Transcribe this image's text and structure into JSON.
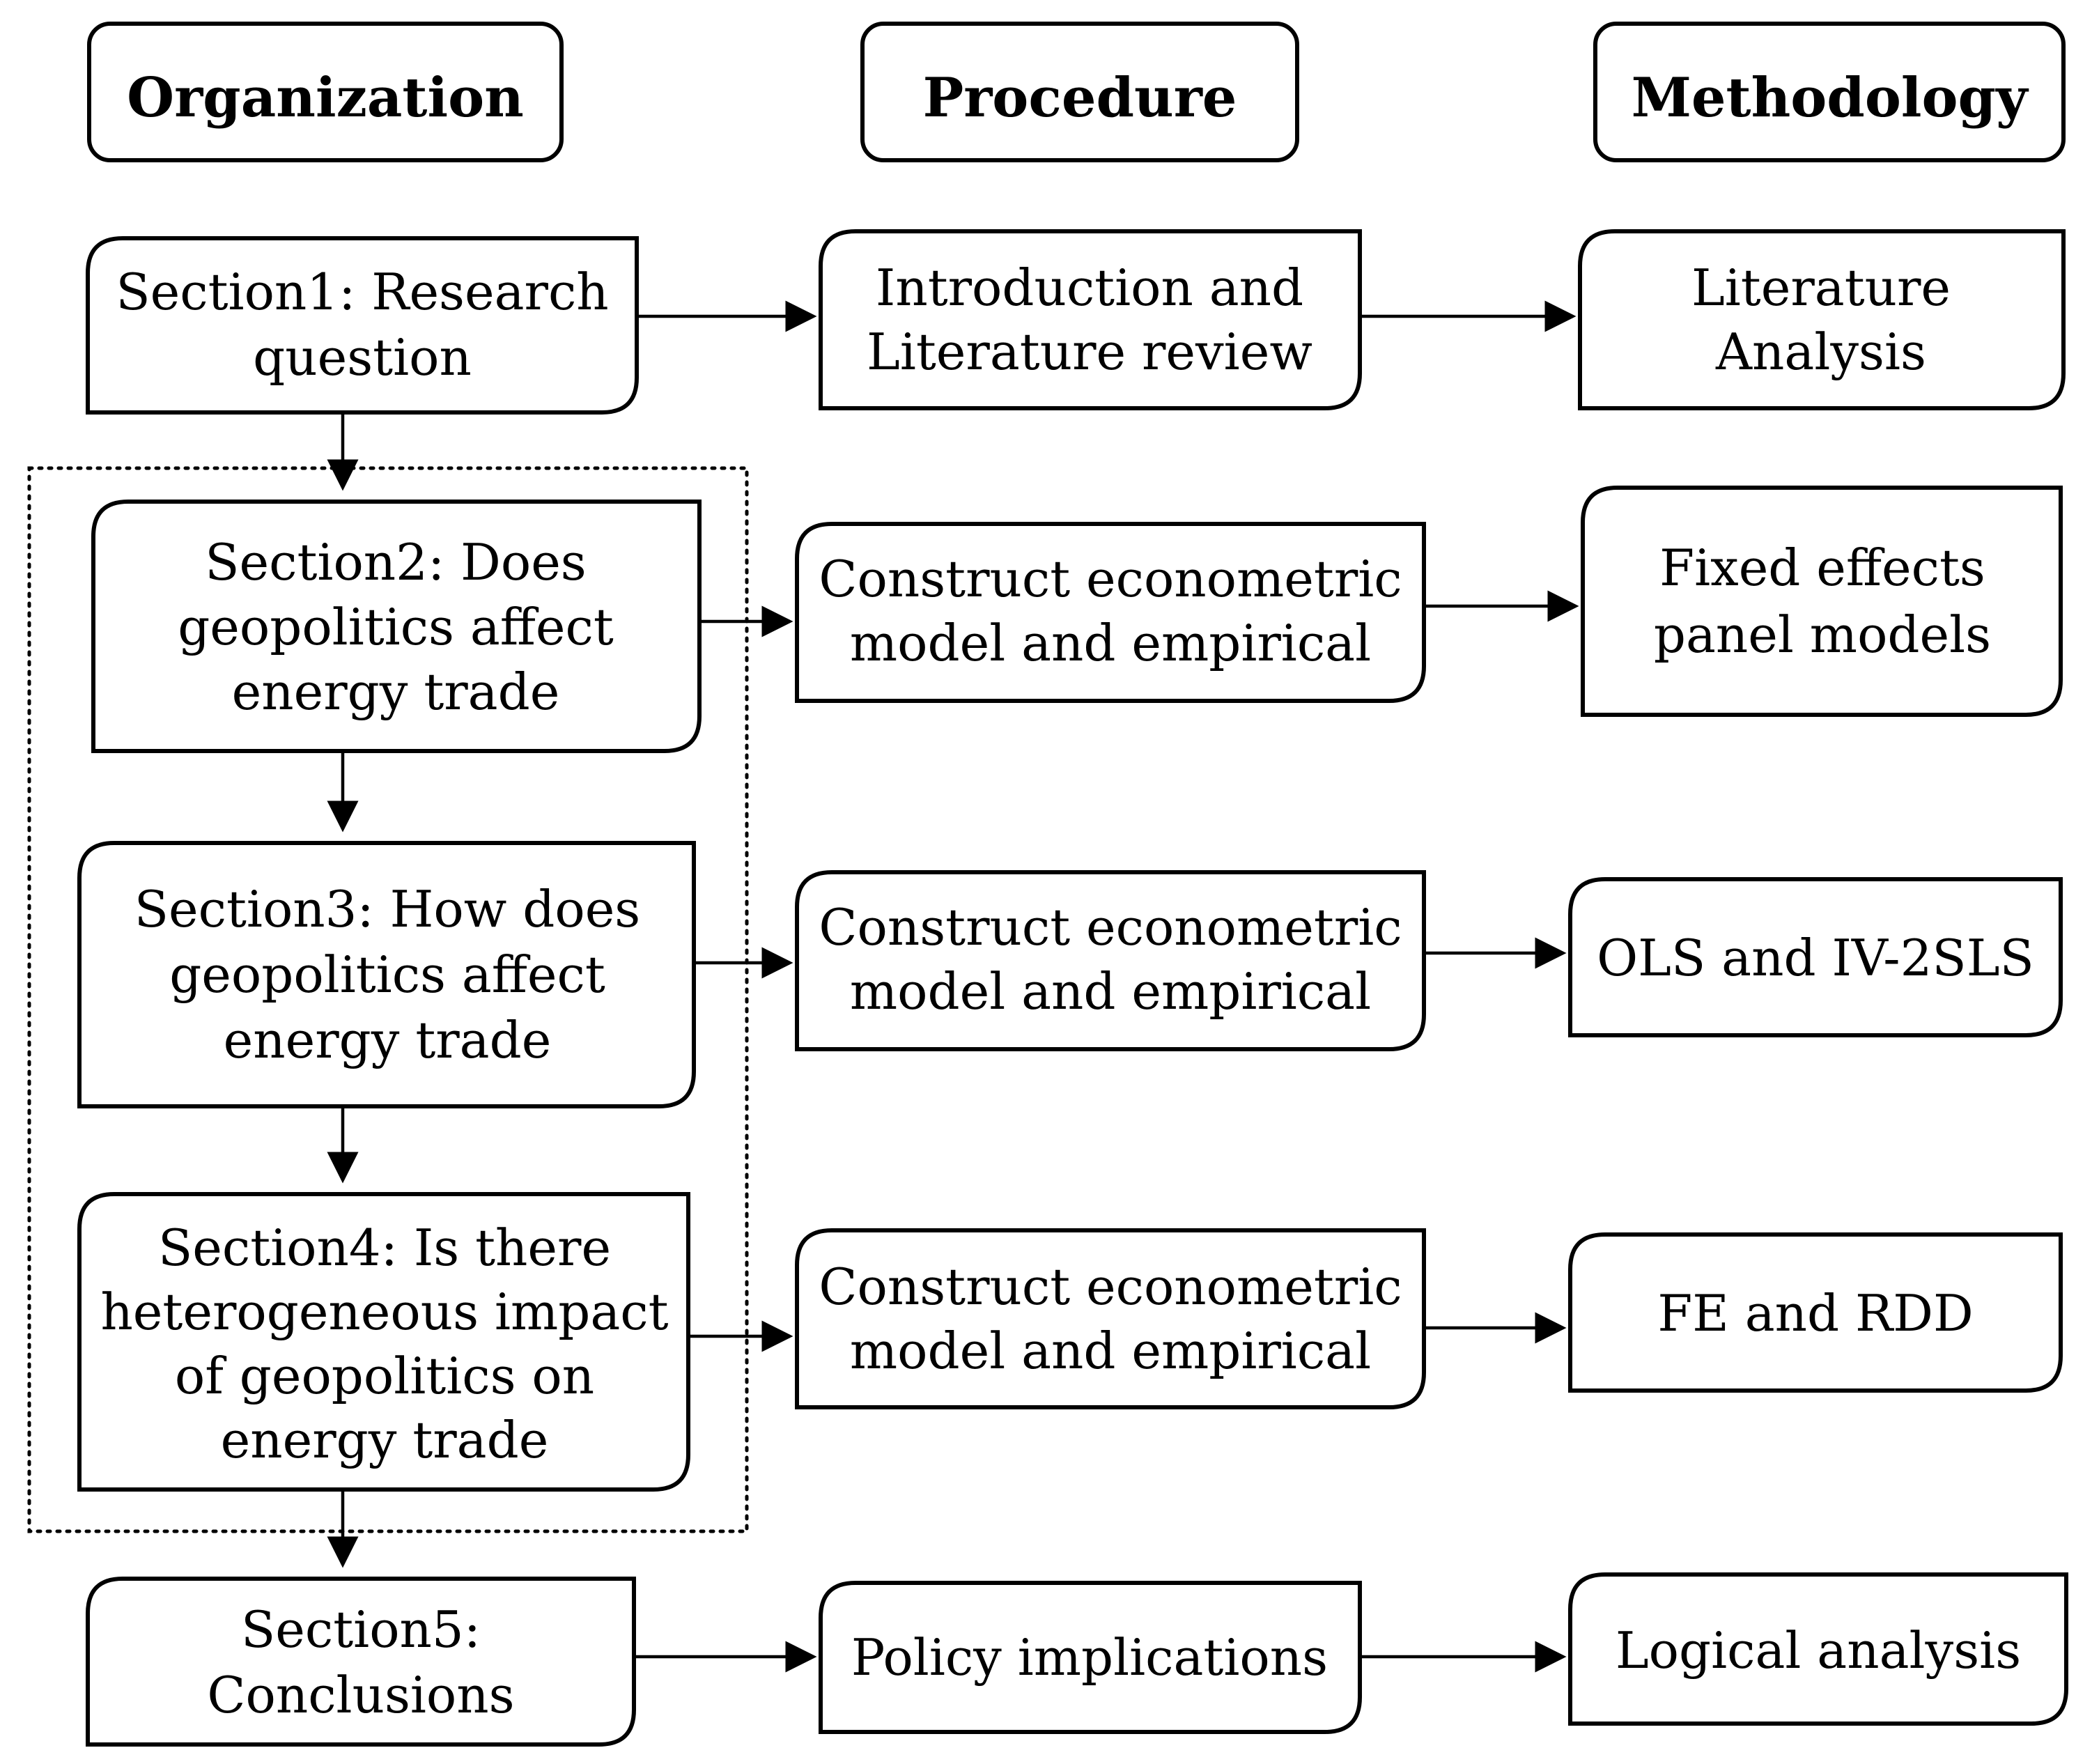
{
  "headers": {
    "organization": "Organization",
    "procedure": "Procedure",
    "methodology": "Methodology"
  },
  "organization": {
    "section1": [
      "Section1: Research",
      "question"
    ],
    "section2": [
      "Section2: Does",
      "geopolitics affect",
      "energy trade"
    ],
    "section3": [
      "Section3: How does",
      "geopolitics affect",
      "energy trade"
    ],
    "section4": [
      "Section4: Is there",
      "heterogeneous impact",
      "of geopolitics on",
      "energy trade"
    ],
    "section5": [
      "Section5:",
      "Conclusions"
    ]
  },
  "procedure": {
    "row1": [
      "Introduction and",
      "Literature review"
    ],
    "row2": [
      "Construct econometric",
      "model and empirical"
    ],
    "row3": [
      "Construct econometric",
      "model and empirical"
    ],
    "row4": [
      "Construct econometric",
      "model and empirical"
    ],
    "row5": [
      "Policy implications"
    ]
  },
  "methodology": {
    "row1": [
      "Literature",
      "Analysis"
    ],
    "row2": [
      "Fixed effects",
      "panel models"
    ],
    "row3": [
      "OLS and IV-2SLS"
    ],
    "row4": [
      "FE and RDD"
    ],
    "row5": [
      "Logical analysis"
    ]
  }
}
